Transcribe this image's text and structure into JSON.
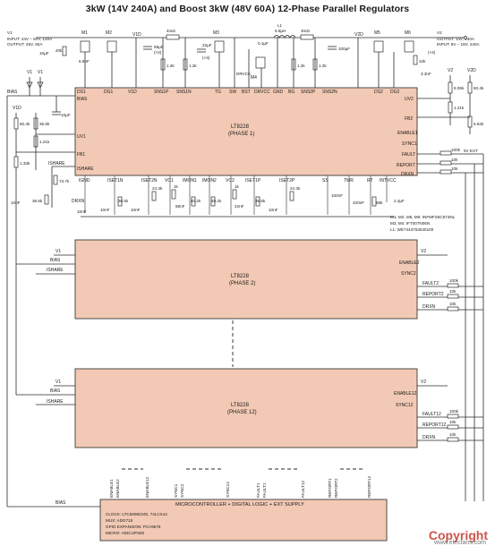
{
  "title": "3kW (14V 240A) and Boost 3kW (48V 60A) 12-Phase Parallel Regulators",
  "colors": {
    "chip_fill": "#f2c9b4",
    "chip_stroke": "#3a3a3a",
    "wire": "#2a2a2a"
  },
  "input": {
    "line1": "INPUT: 24V – 54V, 120A",
    "line2": "OUTPUT: 48V, 60A",
    "label": "V1"
  },
  "output": {
    "line1": "OUTPUT: 14V, 240A",
    "line2": "INPUT: 8V – 18V, 240A",
    "label": "V2"
  },
  "transistors": {
    "m1": "M1",
    "m2": "M2",
    "m3": "M3",
    "m4": "M4",
    "m5": "M5",
    "m6": "M6"
  },
  "top_components": {
    "cap_10uf": "10µF",
    "r_20k": "20k",
    "cap_68nf": "6.8nF",
    "v1d": "V1D",
    "cap_68uf": "68µF",
    "x2": "(×2)",
    "r_4m": "4mΩ",
    "r_12k_a": "1.2k",
    "r_12k_b": "1.2k",
    "cap_22uf": "22µF",
    "x4a": "(×4)",
    "cap_01uf": "0.1µF",
    "l1": "L1",
    "l1_val": "6.8µH",
    "r_3m": "3mΩ",
    "r_12k_c": "1.2k",
    "r_12k_d": "1.2k",
    "cap_100uf": "100µF",
    "v2d": "V2D",
    "r_10k": "10k",
    "cap_33nf": "3.3nF",
    "x4b": "(×4)",
    "drvcc": "DRVCC"
  },
  "phase1": {
    "name": "LT8228",
    "phase": "(PHASE 1)",
    "top_pins": [
      "DS1",
      "DG1",
      "V1D",
      "SNS1P",
      "SNS1N",
      "TG",
      "SW",
      "BST",
      "DRVCC",
      "GND",
      "BG",
      "SNS2P",
      "SNS2N",
      "DS2",
      "DG2"
    ],
    "left_pins": [
      "BIAS",
      "UV1",
      "FB1",
      "ISHARE"
    ],
    "right_pins": [
      "UV2",
      "FB2",
      "ENABLE1",
      "SYNC1",
      "FAULT",
      "REPORT",
      "DRXN"
    ],
    "bottom_pins": [
      "IGND",
      "ISET1N",
      "ISET2N",
      "VC1",
      "IMON1",
      "IMON2",
      "VC2",
      "ISET1P",
      "ISET2P",
      "SS",
      "TMR",
      "RT",
      "INTVCC"
    ]
  },
  "left_network": {
    "v1_a": "V1",
    "v1_b": "V1",
    "bias": "BIAS",
    "v1d": "V1D",
    "r_604k": "60.4k",
    "r_365k": "36.5k",
    "cap_10uf": "10µF",
    "r_121k": "1.21k",
    "r_133k": "1.33k",
    "ishare": "ISHARE",
    "r_737k": "73.7k",
    "r_365k_b": "36.5k",
    "drxn": "DRXN"
  },
  "right_network": {
    "v2": "V2",
    "v2d": "V2D",
    "r_806k": "8.06k",
    "r_604k": "60.4k",
    "r_121k": "1.21k",
    "r_662k": "6.62k",
    "ext": "5V EXT",
    "r_100k": "100k",
    "r_10k_a": "10k",
    "r_10k_b": "10k"
  },
  "bottom_components": {
    "c1": "10nF",
    "r1": "36.5k",
    "c2": "10nF",
    "r2": "24.3k",
    "r3": "1k",
    "c3": "68nF",
    "r4": "40.2k",
    "r5": "40.2k",
    "r6": "1k",
    "c4": "22nF",
    "r7": "36.5k",
    "c5": "10nF",
    "r8": "24.3k",
    "c6": "100nF",
    "c7": "220nF",
    "r9": "68k",
    "c8": "2.2µF",
    "c9": "10nF",
    "c10": "10nF"
  },
  "notes": [
    "M1, M2, M5, M6: INFMFS5C673NL",
    "M3, M4: IFT007N06N",
    "L1: WE7443763540100"
  ],
  "phase2": {
    "name": "LT8228",
    "phase": "(PHASE 2)",
    "left_pins": [
      "V1",
      "BIAS",
      "ISHARE"
    ],
    "right_pins": [
      "V2",
      "ENABLE2",
      "SYNC2",
      "FAULT2",
      "REPORT2",
      "DRXN"
    ],
    "r_100k": "100k",
    "r_10k_a": "10k",
    "r_10k_b": "10k"
  },
  "phase12": {
    "name": "LT8228",
    "phase": "(PHASE 12)",
    "left_pins": [
      "V1",
      "BIAS",
      "ISHARE"
    ],
    "right_pins": [
      "V2",
      "ENABLE12",
      "SYNC12",
      "FAULT12",
      "REPORT12",
      "DRXN"
    ],
    "r_100k": "100k",
    "r_10k_a": "10k",
    "r_10k_b": "10k"
  },
  "mcu": {
    "title": "MICROCONTROLLER + DIGITAL LOGIC + EXT SUPPLY",
    "bias": "BIAS",
    "lines": [
      "CLOCK: LTC6908CMS, 74LCX14",
      "MUX: ADG715",
      "GPIO EXPANSION: PCA9575",
      "MICRO: ADICUPS60"
    ],
    "top_signals": [
      "ENABLE1",
      "ENABLE2",
      "ENABLE12",
      "SYNC1",
      "SYNC2",
      "SYNC12",
      "FAULT1",
      "FAULT2",
      "FAULT12",
      "REPORT1",
      "REPORT2",
      "REPORT12"
    ]
  },
  "watermark": {
    "text": "Copyright",
    "site": "www.elecfans.com"
  }
}
